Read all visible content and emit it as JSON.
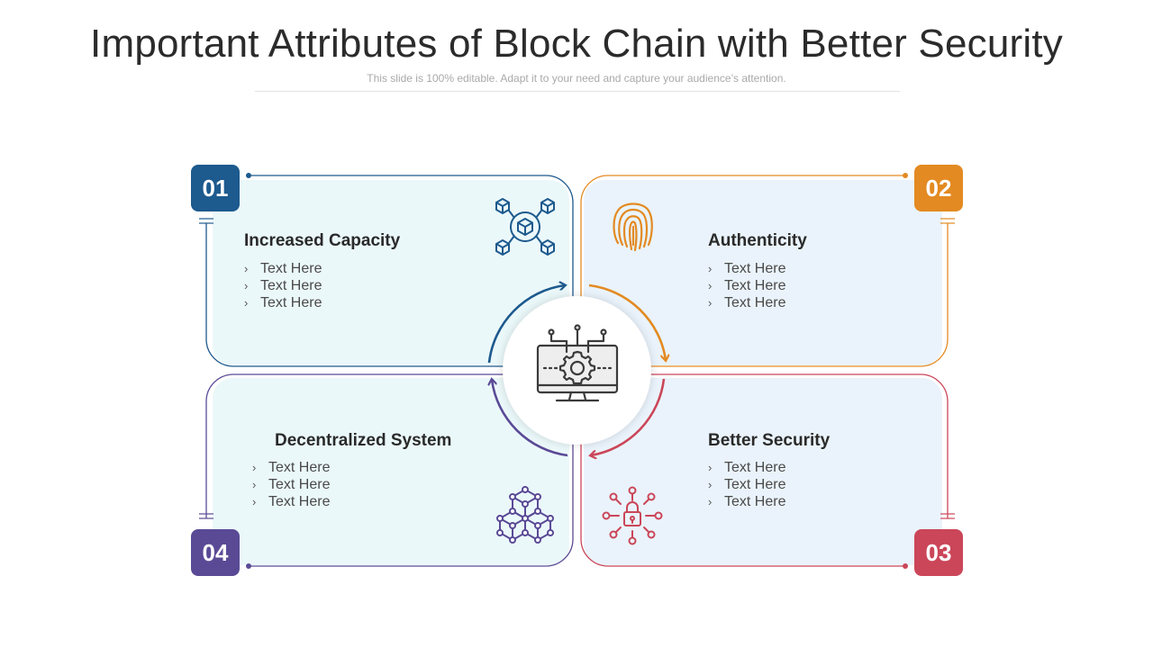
{
  "slide": {
    "title": "Important Attributes of Block Chain with Better Security",
    "subtitle": "This slide is 100% editable. Adapt it to your need and capture your audience’s attention."
  },
  "items": [
    {
      "number": "01",
      "heading": "Increased Capacity",
      "bullets": [
        "Text Here",
        "Text Here",
        "Text Here"
      ],
      "color": "#1d5a8e",
      "icon": "blockchain-network-icon"
    },
    {
      "number": "02",
      "heading": "Authenticity",
      "bullets": [
        "Text Here",
        "Text Here",
        "Text Here"
      ],
      "color": "#e38a22",
      "icon": "fingerprint-icon"
    },
    {
      "number": "03",
      "heading": "Better Security",
      "bullets": [
        "Text Here",
        "Text Here",
        "Text Here"
      ],
      "color": "#cb4659",
      "icon": "padlock-network-icon"
    },
    {
      "number": "04",
      "heading": "Decentralized System",
      "bullets": [
        "Text Here",
        "Text Here",
        "Text Here"
      ],
      "color": "#5a4a96",
      "icon": "hexagon-network-icon"
    }
  ],
  "center": {
    "icon": "computer-gear-icon"
  }
}
